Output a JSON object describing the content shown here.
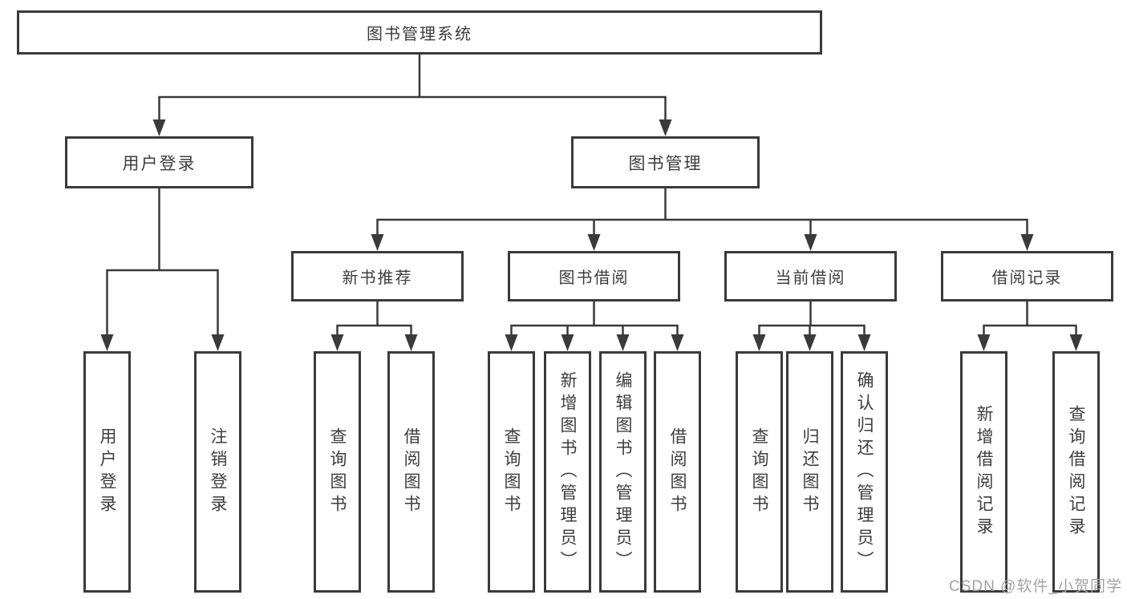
{
  "tree": {
    "label": "图书管理系统",
    "children": [
      {
        "label": "用户登录",
        "children": [
          {
            "label": "用户登录"
          },
          {
            "label": "注销登录"
          }
        ]
      },
      {
        "label": "图书管理",
        "children": [
          {
            "label": "新书推荐",
            "children": [
              {
                "label": "查询图书"
              },
              {
                "label": "借阅图书"
              }
            ]
          },
          {
            "label": "图书借阅",
            "children": [
              {
                "label": "查询图书"
              },
              {
                "label": "新增图书（管理员）"
              },
              {
                "label": "编辑图书（管理员）"
              },
              {
                "label": "借阅图书"
              }
            ]
          },
          {
            "label": "当前借阅",
            "children": [
              {
                "label": "查询图书"
              },
              {
                "label": "归还图书"
              },
              {
                "label": "确认归还（管理员）"
              }
            ]
          },
          {
            "label": "借阅记录",
            "children": [
              {
                "label": "新增借阅记录"
              },
              {
                "label": "查询借阅记录"
              }
            ]
          }
        ]
      }
    ]
  },
  "watermark": {
    "text": "CSDN @软件_小贺同学"
  },
  "colors": {
    "line": "#3a3a3a",
    "text": "#3d3d3d",
    "canvas": "#ffffff",
    "watermark": "#a3a3a3"
  }
}
